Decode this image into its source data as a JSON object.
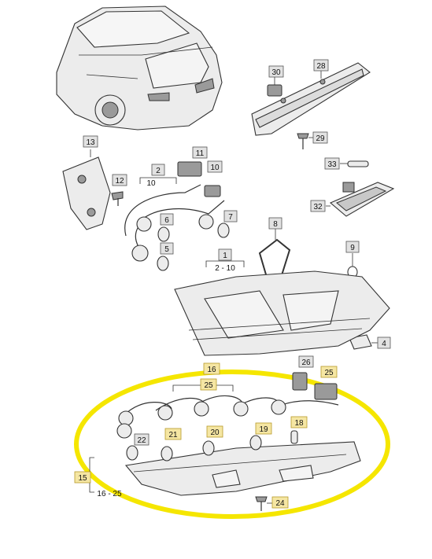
{
  "callouts": {
    "c1": "1",
    "c1_range": "2 - 10",
    "c2": "2",
    "c2_sub": "10",
    "c4": "4",
    "c5": "5",
    "c6": "6",
    "c7": "7",
    "c8": "8",
    "c9": "9",
    "c11": "11",
    "c10": "10",
    "c12": "12",
    "c13": "13",
    "c15": "15",
    "c15_range": "16 - 25",
    "c16": "16",
    "c16_sub": "25",
    "c18": "18",
    "c19": "19",
    "c20": "20",
    "c21": "21",
    "c22": "22",
    "c24": "24",
    "c25": "25",
    "c26": "26",
    "c28": "28",
    "c29": "29",
    "c30": "30",
    "c32": "32",
    "c33": "33"
  },
  "colors": {
    "highlight_ring": "#f5e600",
    "highlight_box": "#f5e6a3",
    "plain_box": "#e2e2e2"
  }
}
